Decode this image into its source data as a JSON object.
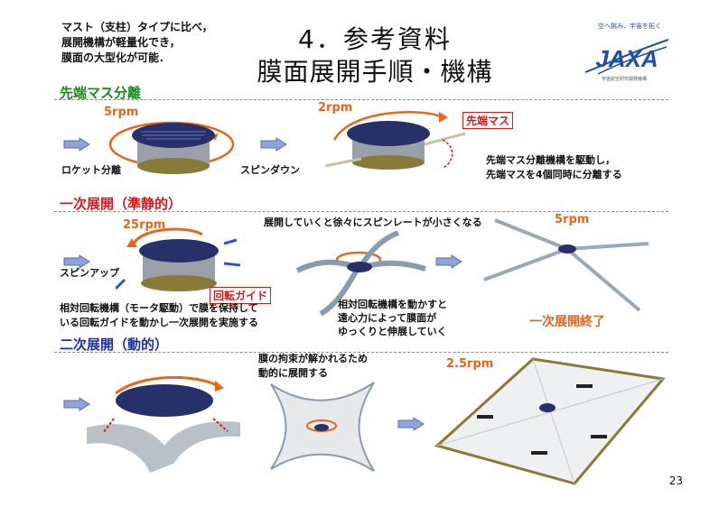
{
  "intro": {
    "line1": "マスト（支柱）タイプに比べ，",
    "line2": "展開機構が軽量化でき，",
    "line3": "膜面の大型化が可能．"
  },
  "header": {
    "title": "4．参考資料",
    "subtitle": "膜面展開手順・機構"
  },
  "logo": {
    "tagline": "空へ挑み、宇宙を拓く",
    "wordmark": "JAXA",
    "org": "宇宙航空研究開発機構"
  },
  "sections": {
    "s1": {
      "title": "先端マス分離",
      "rpm1": "5rpm",
      "rpm2": "2rpm",
      "label_rocket": "ロケット分離",
      "label_spindown": "スピンダウン",
      "callout_mass": "先端マス",
      "desc_line1": "先端マス分離機構を駆動し，",
      "desc_line2": "先端マスを4個同時に分離する"
    },
    "s2": {
      "title": "一次展開（準静的）",
      "rpm1": "25rpm",
      "rpm2": "5rpm",
      "label_spinup": "スピンアップ",
      "callout_guide": "回転ガイド",
      "top_note": "展開していくと徐々にスピンレートが小さくなる",
      "left_line1": "相対回転機構（モータ駆動）で膜を保持して",
      "left_line2": "いる回転ガイドを動かし一次展開を実施する",
      "mid_line1": "相対回転機構を動かすと",
      "mid_line2": "遠心力によって膜面が",
      "mid_line3": "ゆっくりと伸展していく",
      "done": "一次展開終了"
    },
    "s3": {
      "title": "二次展開（動的）",
      "rpm": "2.5rpm",
      "note_line1": "膜の拘束が解かれるため",
      "note_line2": "動的に展開する"
    }
  },
  "page_number": "23",
  "colors": {
    "section1": "#1a8a1a",
    "section2": "#d21a1a",
    "section3": "#1a2fb0",
    "accent": "#e8651e",
    "jaxa_blue": "#1f4fa8"
  }
}
